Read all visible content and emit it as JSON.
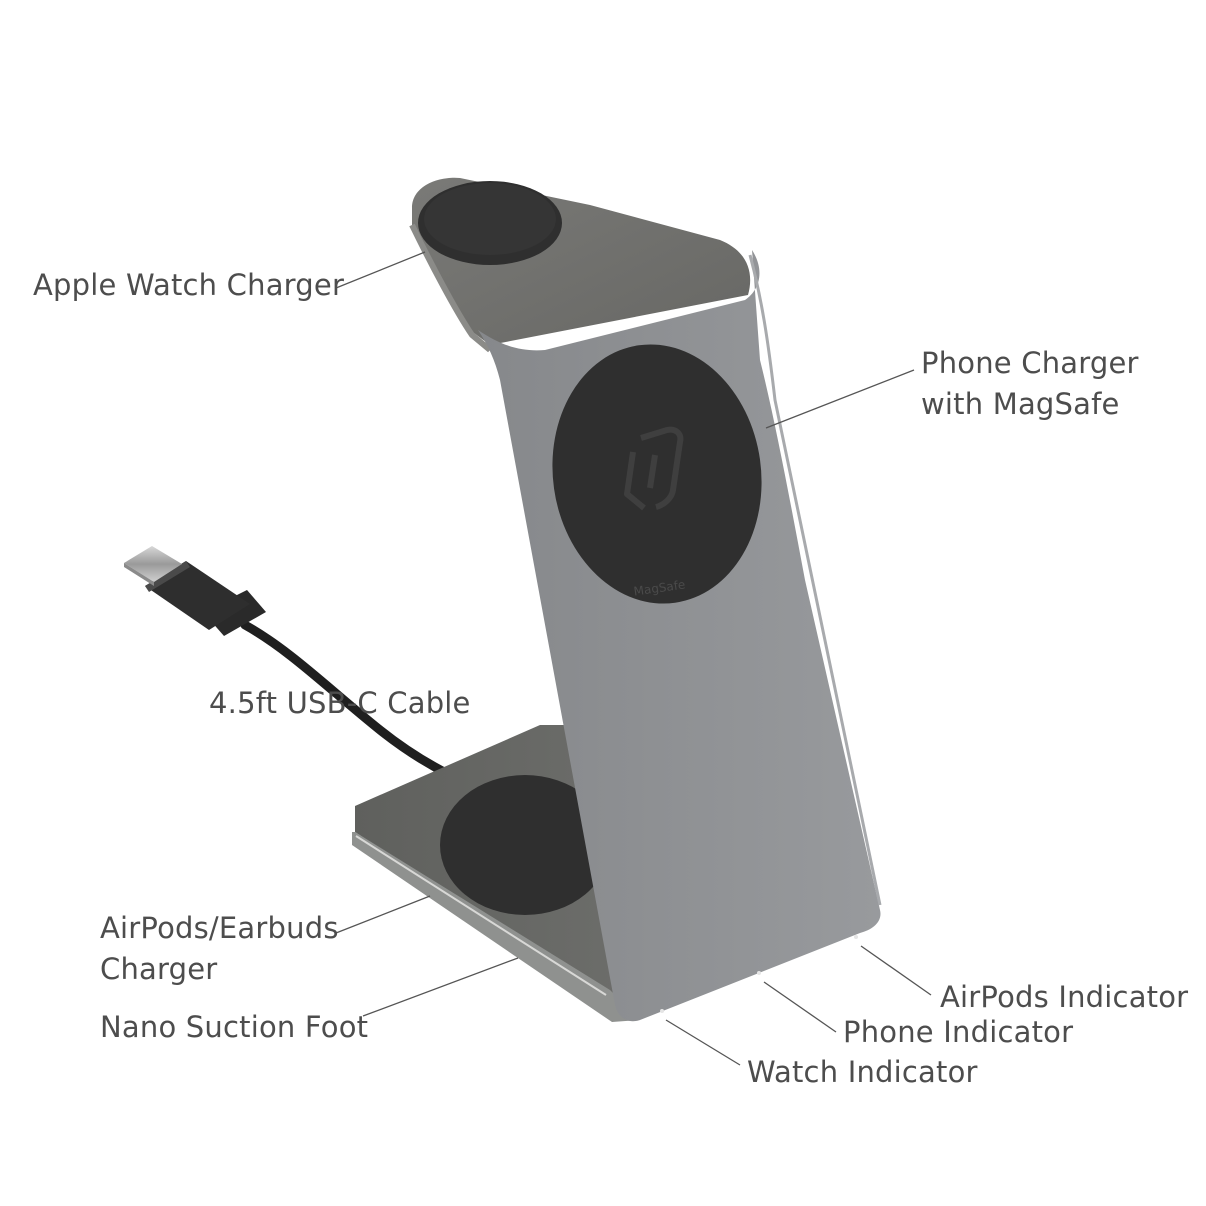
{
  "labels": {
    "apple_watch": "Apple Watch Charger",
    "phone_line1": "Phone Charger",
    "phone_line2": "with MagSafe",
    "usb_cable": "4.5ft USB-C Cable",
    "airpods_line1": "AirPods/Earbuds",
    "airpods_line2": "Charger",
    "suction": "Nano Suction Foot",
    "airpods_indicator": "AirPods Indicator",
    "phone_indicator": "Phone Indicator",
    "watch_indicator": "Watch Indicator"
  },
  "puck_text": "MagSafe",
  "colors": {
    "stand_face": "#8e9093",
    "stand_side": "#6f706f",
    "stand_dark": "#5c5c5a",
    "puck": "#2f2f2f",
    "cable": "#1f1f1f",
    "leader_line": "#555555",
    "text": "#4d4d4d"
  }
}
